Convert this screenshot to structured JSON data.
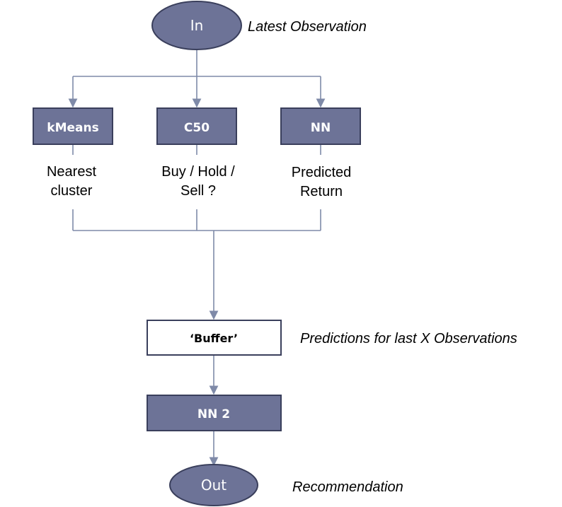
{
  "nodes": {
    "in": "In",
    "kmeans": "kMeans",
    "c50": "C50",
    "nn": "NN",
    "buffer": "‘Buffer’",
    "nn2": "NN 2",
    "out": "Out"
  },
  "outputs": {
    "kmeans_line1": "Nearest",
    "kmeans_line2": "cluster",
    "c50_line1": "Buy / Hold /",
    "c50_line2": "Sell ?",
    "nn_line1": "Predicted",
    "nn_line2": "Return"
  },
  "annotations": {
    "in": "Latest Observation",
    "buffer": "Predictions for last X Observations",
    "out": "Recommendation"
  },
  "colors": {
    "node_fill": "#6d7397",
    "node_stroke": "#3a3f5c",
    "edge": "#7f8aa8"
  }
}
